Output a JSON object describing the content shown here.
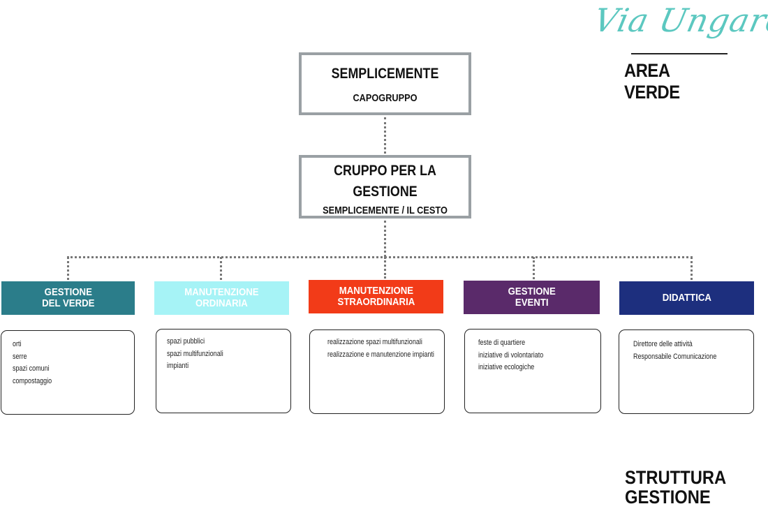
{
  "brand": {
    "script_title": "Via Ungaretti",
    "subtitle": "AREA VERDE"
  },
  "top_box": {
    "title": "SEMPLICEMENTE",
    "subtitle": "CAPOGRUPPO"
  },
  "management_box": {
    "title_line1": "CRUPPO PER LA",
    "title_line2": "GESTIONE",
    "subtitle": "SEMPLICEMENTE / IL CESTO"
  },
  "categories": [
    {
      "line1": "GESTIONE",
      "line2": "DEL VERDE",
      "color": "#2b7d8a",
      "items": [
        "orti",
        "serre",
        "spazi comuni",
        "compostaggio"
      ]
    },
    {
      "line1": "MANUTENZIONE",
      "line2": "ORDINARIA",
      "color": "#a6f3f6",
      "items": [
        "spazi pubblici",
        "spazi multifunzionali",
        "impianti"
      ]
    },
    {
      "line1": "MANUTENZIONE",
      "line2": "STRAORDINARIA",
      "color": "#f23b18",
      "items": [
        "realizzazione spazi multifunzionali",
        "realizzazione e manutenzione impianti"
      ]
    },
    {
      "line1": "GESTIONE",
      "line2": "EVENTI",
      "color": "#5a2a6a",
      "items": [
        "feste di quartiere",
        "iniziative di volontariato",
        "iniziative ecologiche"
      ]
    },
    {
      "line1": "DIDATTICA",
      "line2": "",
      "color": "#1d2f7e",
      "items": [
        "Direttore delle attività",
        "Responsabile Comunicazione"
      ]
    }
  ],
  "footer": {
    "line1": "STRUTTURA",
    "line2": "GESTIONE"
  }
}
